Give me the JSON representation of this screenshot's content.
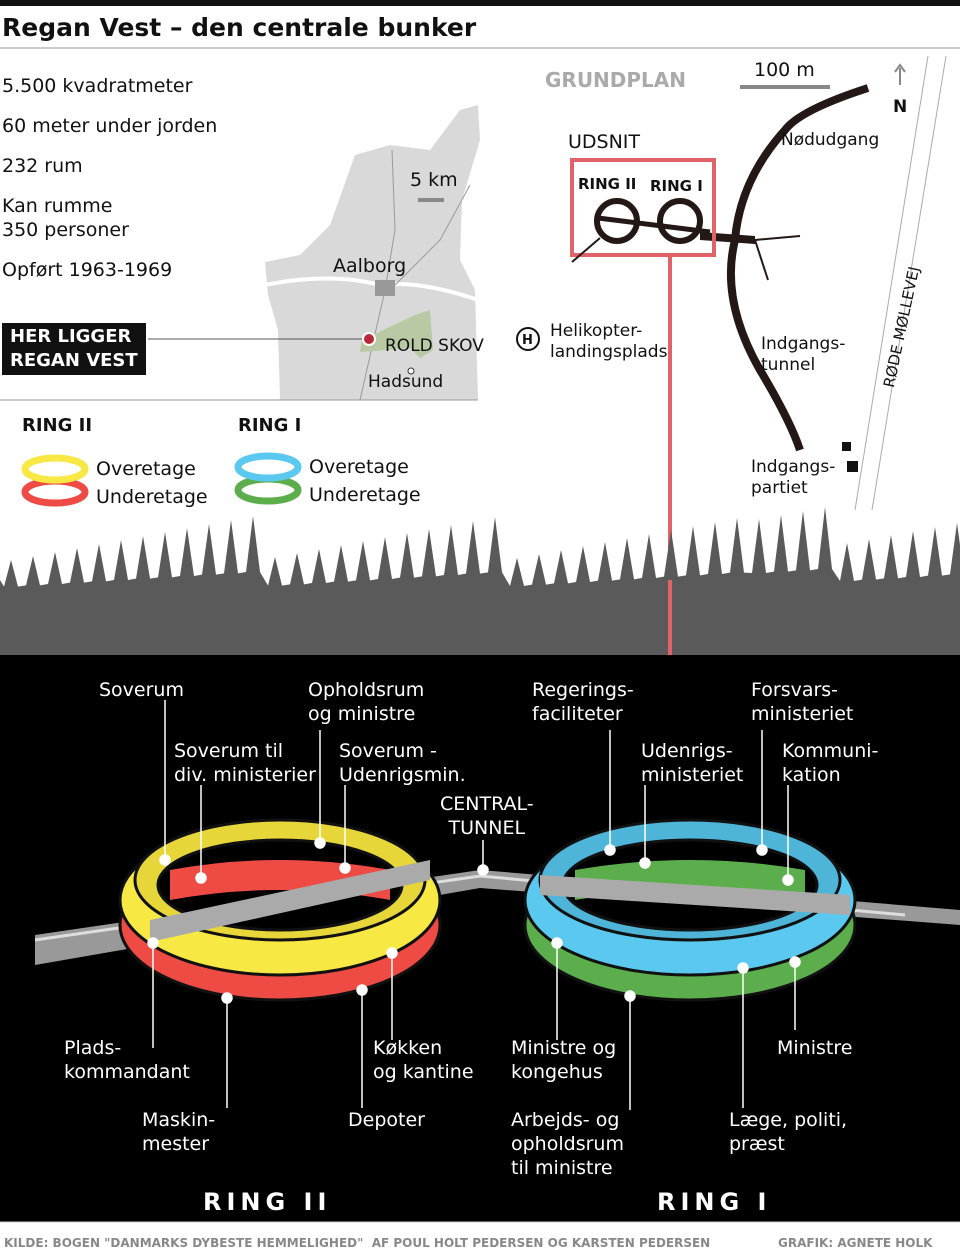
{
  "title": "Regan Vest – den centrale bunker",
  "facts": [
    "5.500 kvadratmeter",
    "60 meter under jorden",
    "232 rum",
    "Kan rumme\n350 personer",
    "Opført 1963-1969"
  ],
  "map": {
    "scale": "5 km",
    "city": "Aalborg",
    "forest": "ROLD SKOV",
    "town": "Hadsund",
    "callout": "HER LIGGER\nREGAN VEST"
  },
  "legend": {
    "ring2": "RING II",
    "ring1": "RING I",
    "upper": "Overetage",
    "lower": "Underetage"
  },
  "plan": {
    "title": "GRUNDPLAN",
    "scale": "100 m",
    "north": "N",
    "detail": "UDSNIT",
    "ring2": "RING II",
    "ring1": "RING I",
    "emergency": "Nødudgang",
    "heli": "Helikopter-\nlandingsplads",
    "heli_symbol": "H",
    "tunnel": "Indgangs-\ntunnel",
    "entrance": "Indgangs-\npartiet",
    "road": "RØDE MØLLEVEJ"
  },
  "labels": {
    "soverum": "Soverum",
    "opholdsrum": "Opholdsrum\nog ministre",
    "soverum_div": "Soverum til\ndiv. ministerier",
    "soverum_udenrigs": "Soverum -\nUdenrigsmin.",
    "central": "CENTRAL-\nTUNNEL",
    "regering": "Regerings-\nfaciliteter",
    "forsvar": "Forsvars-\nministeriet",
    "udenrigs": "Udenrigs-\nministeriet",
    "kommunikation": "Kommuni-\nkation",
    "plads": "Plads-\nkommandant",
    "maskin": "Maskin-\nmester",
    "koekken": "Køkken\nog kantine",
    "depoter": "Depoter",
    "ministre_konge": "Ministre og\nkongehus",
    "arbejds": "Arbejds- og\nopholdsrum\ntil ministre",
    "ministre": "Ministre",
    "laege": "Læge, politi,\npræst"
  },
  "bottom": {
    "ring2": "RING II",
    "ring1": "RING I"
  },
  "footer": {
    "source": "KILDE: BOGEN \"DANMARKS DYBESTE HEMMELIGHED\"  AF POUL HOLT PEDERSEN OG KARSTEN PEDERSEN",
    "credit": "GRAFIK: AGNETE HOLK"
  },
  "colors": {
    "yellow": "#f7e843",
    "red": "#ee4b45",
    "blue": "#5bc8ef",
    "green": "#5cae4c",
    "accent": "#e0636a"
  }
}
